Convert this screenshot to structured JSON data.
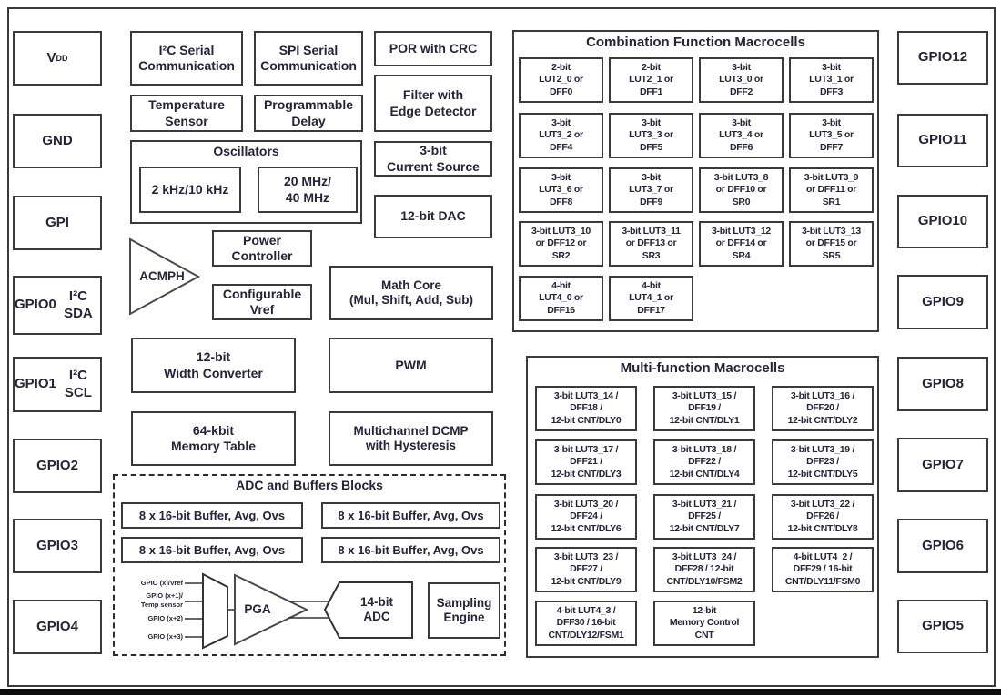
{
  "colors": {
    "text": "#25253a",
    "border": "#3a3a3a",
    "background": "#ffffff"
  },
  "pins": {
    "left": [
      {
        "main": "V",
        "sub": "DD"
      },
      {
        "label": "GND"
      },
      {
        "label": "GPI"
      },
      {
        "label": "GPIO0",
        "label2": "I²C SDA"
      },
      {
        "label": "GPIO1",
        "label2": "I²C SCL"
      },
      {
        "label": "GPIO2"
      },
      {
        "label": "GPIO3"
      },
      {
        "label": "GPIO4"
      }
    ],
    "right": [
      "GPIO12",
      "GPIO11",
      "GPIO10",
      "GPIO9",
      "GPIO8",
      "GPIO7",
      "GPIO6",
      "GPIO5"
    ]
  },
  "blocks": {
    "i2c_serial": "I²C Serial\nCommunication",
    "spi_serial": "SPI Serial\nCommunication",
    "por_crc": "POR with CRC",
    "temp_sensor": "Temperature\nSensor",
    "prog_delay": "Programmable\nDelay",
    "filter_edge": "Filter with\nEdge Detector",
    "osc_title": "Oscillators",
    "osc_low": "2 kHz/10 kHz",
    "osc_high": "20 MHz/\n40 MHz",
    "current_source": "3-bit\nCurrent Source",
    "dac": "12-bit DAC",
    "acmph": "ACMPH",
    "power_controller": "Power\nController",
    "config_vref": "Configurable\nVref",
    "math_core": "Math Core\n(Mul, Shift, Add, Sub)",
    "width_converter": "12-bit\nWidth Converter",
    "memory_table": "64-kbit\nMemory Table",
    "pwm": "PWM",
    "dcmp": "Multichannel DCMP\nwith Hysteresis"
  },
  "adc_section": {
    "title": "ADC and Buffers Blocks",
    "buffers": [
      "8 x 16-bit Buffer, Avg, Ovs",
      "8 x 16-bit Buffer, Avg, Ovs",
      "8 x 16-bit Buffer, Avg, Ovs",
      "8 x 16-bit Buffer, Avg, Ovs"
    ],
    "inputs": [
      "GPIO (x)/Vref",
      "GPIO (x+1)/\nTemp sensor",
      "GPIO (x+2)",
      "GPIO (x+3)"
    ],
    "pga": "PGA",
    "adc": "14-bit\nADC",
    "sampling": "Sampling\nEngine"
  },
  "comb": {
    "title": "Combination Function Macrocells",
    "cells": [
      "2-bit\nLUT2_0 or\nDFF0",
      "2-bit\nLUT2_1 or\nDFF1",
      "3-bit\nLUT3_0 or\nDFF2",
      "3-bit\nLUT3_1 or\nDFF3",
      "3-bit\nLUT3_2 or\nDFF4",
      "3-bit\nLUT3_3 or\nDFF5",
      "3-bit\nLUT3_4 or\nDFF6",
      "3-bit\nLUT3_5 or\nDFF7",
      "3-bit\nLUT3_6 or\nDFF8",
      "3-bit\nLUT3_7 or\nDFF9",
      "3-bit LUT3_8\nor DFF10 or\nSR0",
      "3-bit LUT3_9\nor DFF11 or\nSR1",
      "3-bit LUT3_10\nor DFF12 or\nSR2",
      "3-bit LUT3_11\nor DFF13 or\nSR3",
      "3-bit LUT3_12\nor DFF14 or\nSR4",
      "3-bit LUT3_13\nor DFF15 or\nSR5",
      "4-bit\nLUT4_0 or\nDFF16",
      "4-bit\nLUT4_1 or\nDFF17"
    ]
  },
  "mf": {
    "title": "Multi-function Macrocells",
    "cells": [
      "3-bit LUT3_14 /\nDFF18 /\n12-bit CNT/DLY0",
      "3-bit LUT3_15 /\nDFF19 /\n12-bit CNT/DLY1",
      "3-bit LUT3_16 /\nDFF20 /\n12-bit CNT/DLY2",
      "3-bit LUT3_17 /\nDFF21 /\n12-bit CNT/DLY3",
      "3-bit LUT3_18 /\nDFF22 /\n12-bit CNT/DLY4",
      "3-bit LUT3_19 /\nDFF23 /\n12-bit CNT/DLY5",
      "3-bit LUT3_20 /\nDFF24 /\n12-bit CNT/DLY6",
      "3-bit LUT3_21 /\nDFF25 /\n12-bit CNT/DLY7",
      "3-bit LUT3_22 /\nDFF26 /\n12-bit CNT/DLY8",
      "3-bit LUT3_23 /\nDFF27 /\n12-bit CNT/DLY9",
      "3-bit LUT3_24 /\nDFF28 / 12-bit\nCNT/DLY10/FSM2",
      "4-bit LUT4_2 /\nDFF29 / 16-bit\nCNT/DLY11/FSM0",
      "4-bit LUT4_3 /\nDFF30 / 16-bit\nCNT/DLY12/FSM1",
      "12-bit\nMemory Control\nCNT"
    ]
  }
}
